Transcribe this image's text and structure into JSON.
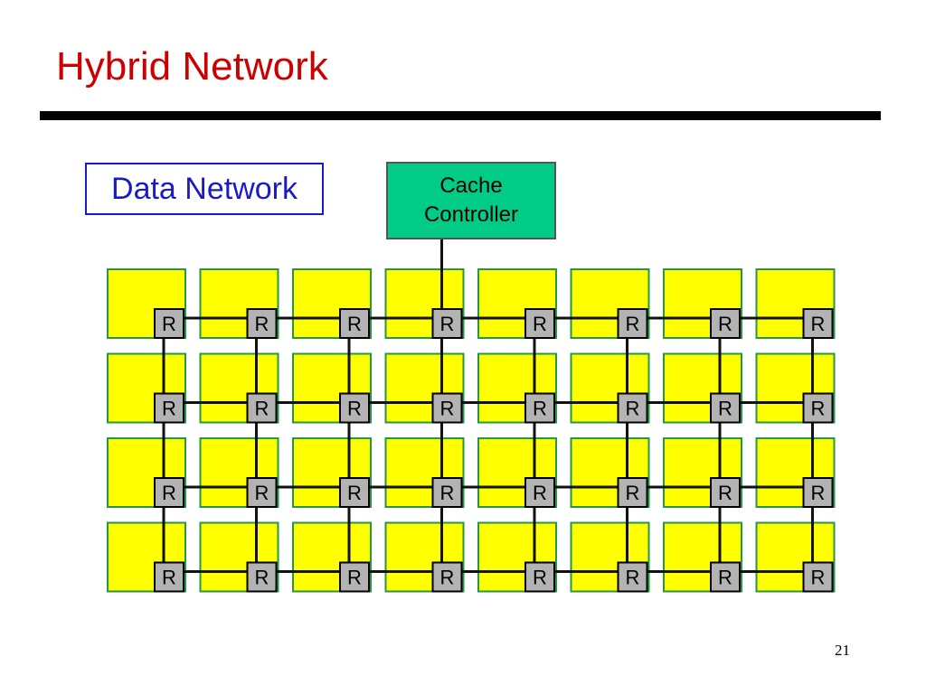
{
  "slide": {
    "title": "Hybrid Network",
    "network_label": "Data Network",
    "cache_controller": {
      "line1": "Cache",
      "line2": "Controller"
    },
    "page_number": "21"
  },
  "grid": {
    "rows": 4,
    "cols": 8,
    "router_label": "R",
    "tile_color": "#ffff00",
    "tile_border": "#229944",
    "router_color": "#b3b3b3",
    "link_color": "#111111",
    "controller_link_column": 3
  },
  "colors": {
    "title": "#cc0000",
    "network_label": "#1b1bc6",
    "cache_controller_fill": "#00cc88"
  }
}
